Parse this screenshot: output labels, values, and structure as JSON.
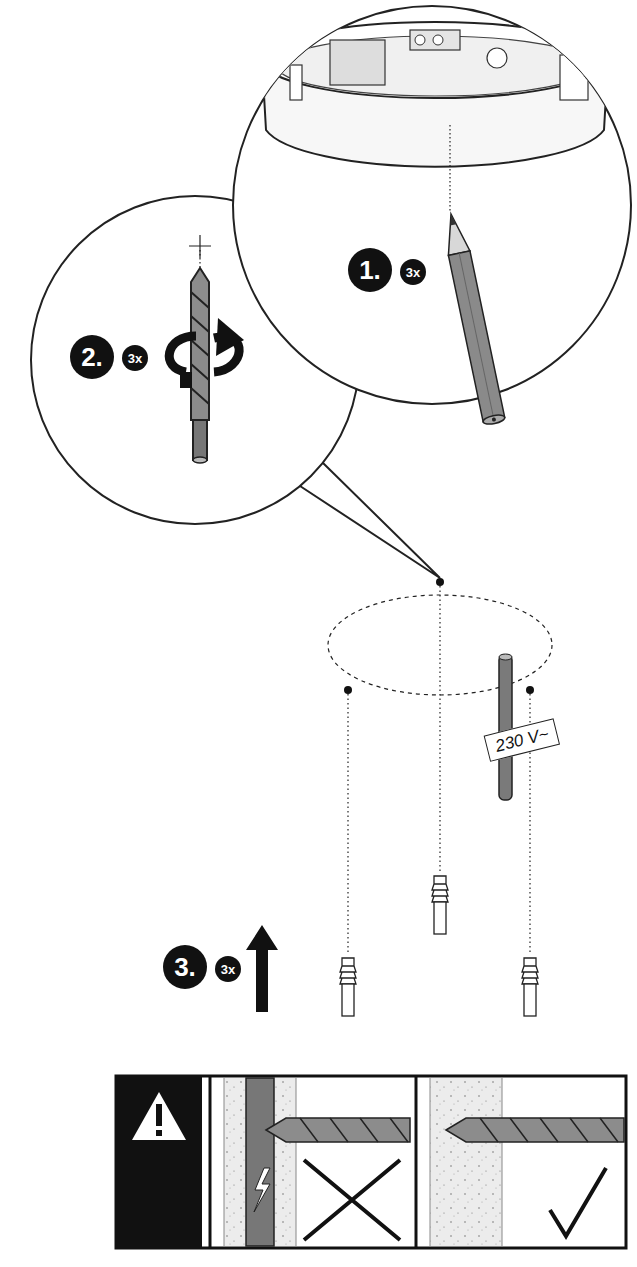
{
  "diagram": {
    "labels": [
      "1.",
      "3x",
      "2.",
      "3x",
      "3.",
      "3x",
      "230 V~"
    ]
  }
}
